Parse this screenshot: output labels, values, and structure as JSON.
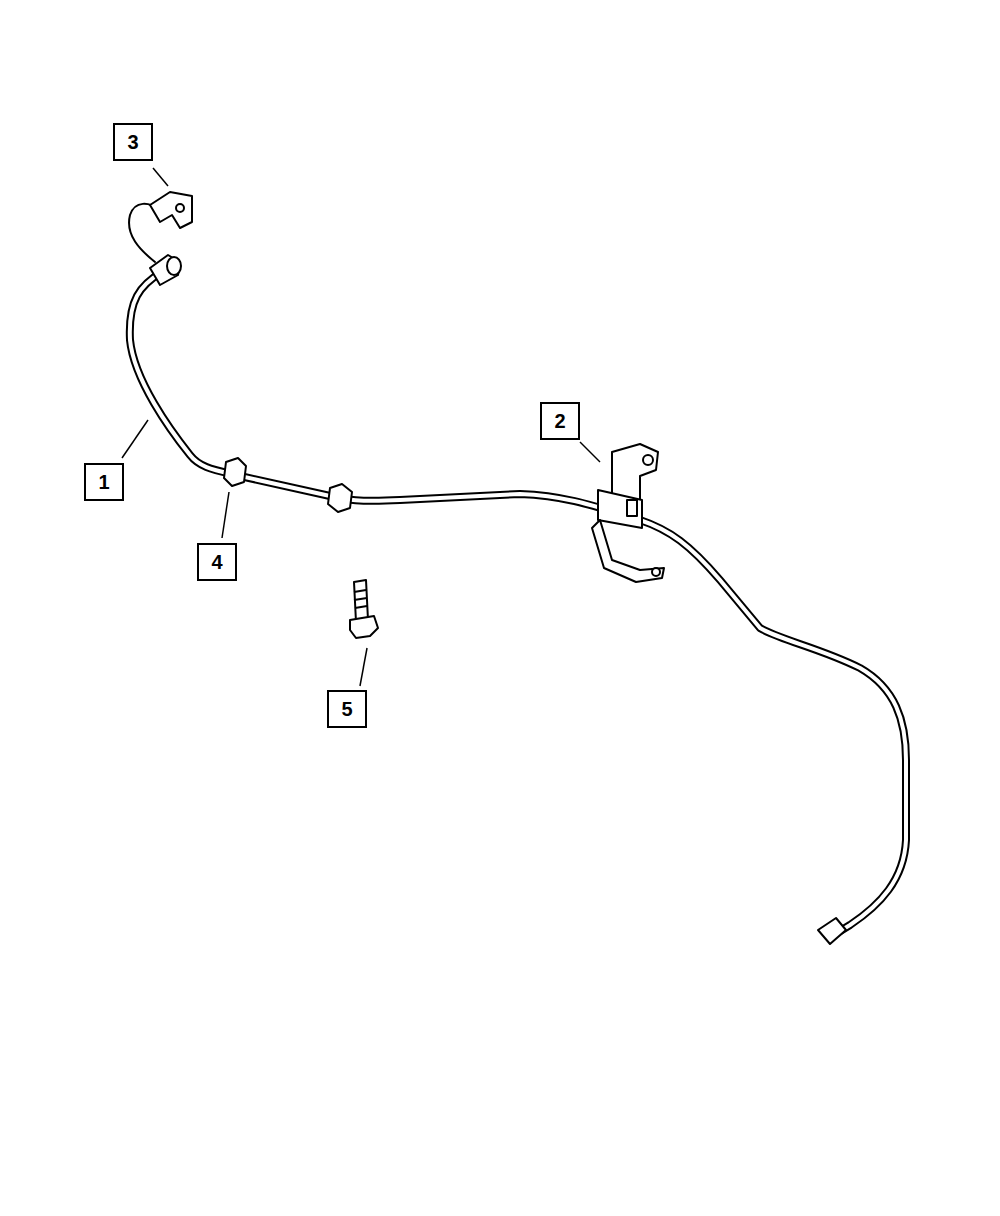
{
  "diagram": {
    "nodes": [
      {
        "text": [
          "3"
        ]
      },
      {
        "text": [
          "1"
        ]
      },
      {
        "text": [
          "2"
        ]
      },
      {
        "text": [
          "4"
        ]
      },
      {
        "text": [
          "5"
        ]
      }
    ]
  }
}
